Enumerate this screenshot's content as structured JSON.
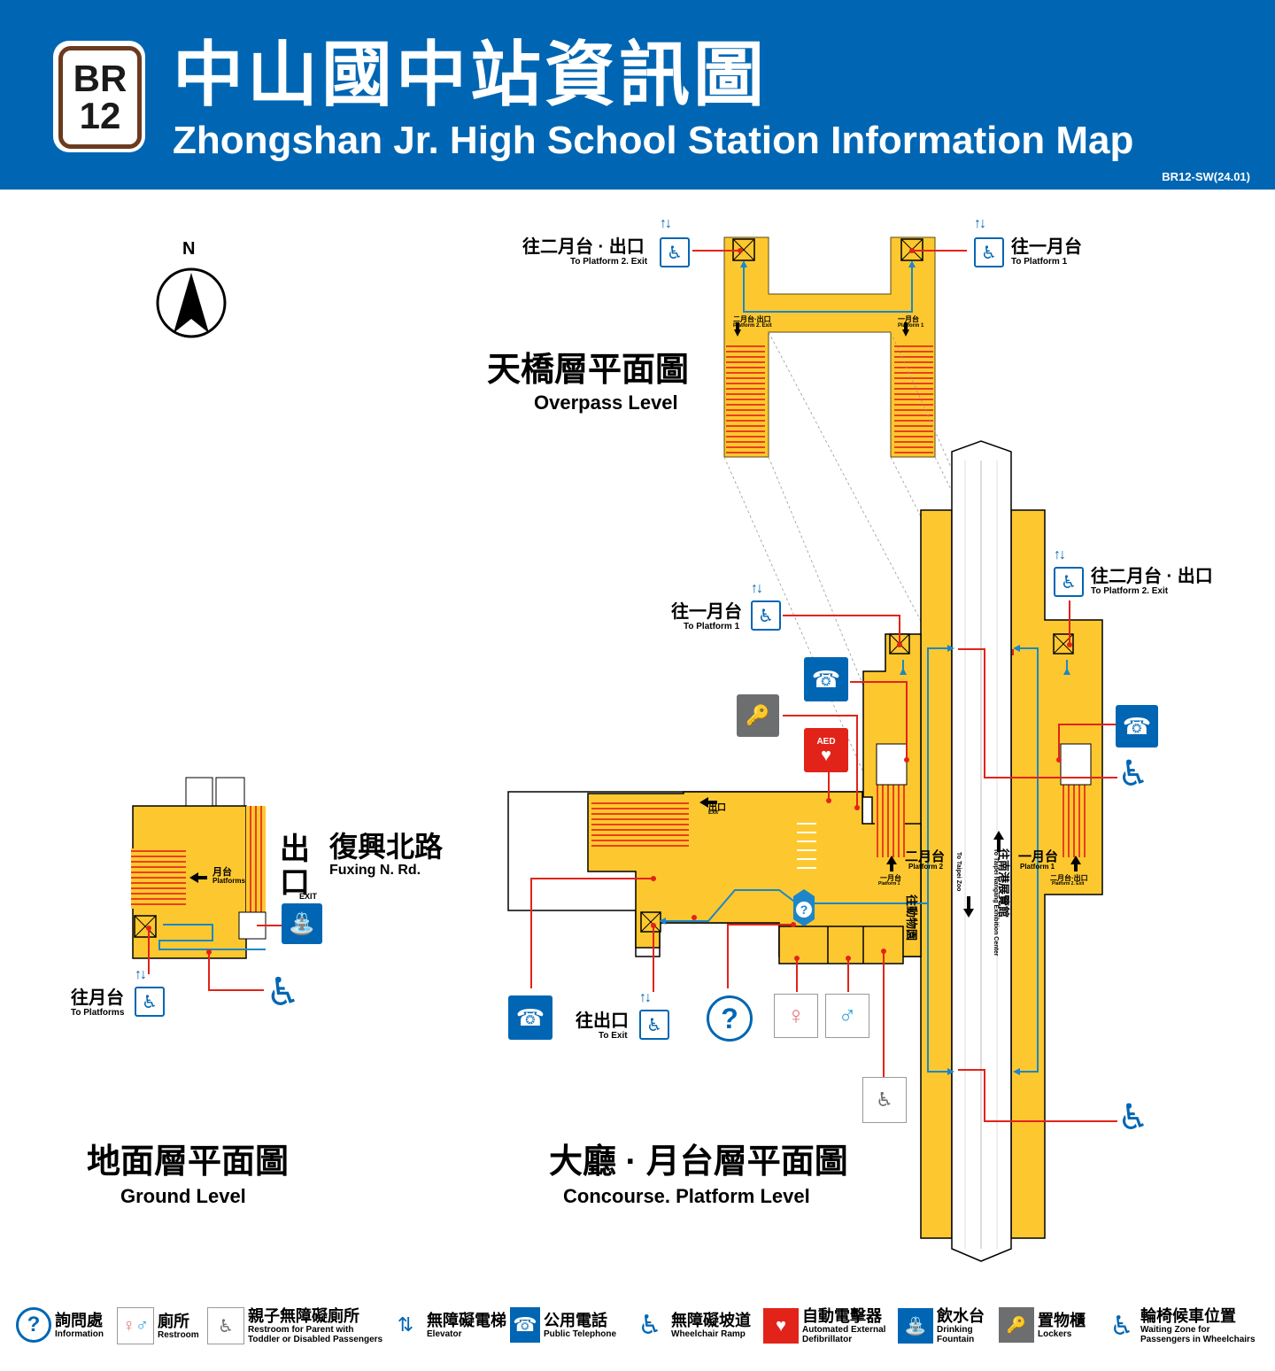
{
  "header": {
    "badge_line1": "BR",
    "badge_line2": "12",
    "title_zh": "中山國中站資訊圖",
    "title_en": "Zhongshan Jr. High School Station Information Map",
    "code": "BR12-SW(24.01)",
    "brand_color": "#0066b3",
    "line_color": "#6b3b1f"
  },
  "compass": {
    "label": "N"
  },
  "levels": {
    "overpass": {
      "zh": "天橋層平面圖",
      "en": "Overpass Level"
    },
    "ground": {
      "zh": "地面層平面圖",
      "en": "Ground Level"
    },
    "concourse": {
      "zh": "大廳 · 月台層平面圖",
      "en": "Concourse. Platform Level"
    }
  },
  "overpass_labels": {
    "elev_left_zh": "往二月台 · 出口",
    "elev_left_en": "To Platform 2. Exit",
    "elev_right_zh": "往一月台",
    "elev_right_en": "To Platform 1",
    "stair_left_zh": "二月台·出口",
    "stair_left_en": "Platform 2. Exit",
    "stair_right_zh": "一月台",
    "stair_right_en": "Platform 1"
  },
  "ground_labels": {
    "exit_zh": "出口",
    "exit_en": "EXIT",
    "road_zh": "復興北路",
    "road_en": "Fuxing N. Rd.",
    "platforms_zh": "月台",
    "platforms_en": "Platforms",
    "elev_zh": "往月台",
    "elev_en": "To Platforms"
  },
  "concourse_labels": {
    "elev_p1_zh": "往一月台",
    "elev_p1_en": "To Platform 1",
    "elev_p2_zh": "往二月台 · 出口",
    "elev_p2_en": "To Platform 2. Exit",
    "elev_exit_zh": "往出口",
    "elev_exit_en": "To Exit",
    "exit_zh": "出口",
    "exit_en": "Exit",
    "platform2_zh": "二月台",
    "platform2_en": "Platform 2",
    "platform1_zh": "一月台",
    "platform1_en": "Platform 1",
    "p1_small_zh": "一月台",
    "p1_small_en": "Platform 1",
    "p2exit_small_zh": "二月台·出口",
    "p2exit_small_en": "Platform 2. Exit",
    "dir_zoo_zh": "往動物園",
    "dir_zoo_en": "To Taipei Zoo",
    "dir_nangang_zh": "往南港展覽館",
    "dir_nangang_en": "To Taipei Nangang Exhibition Center",
    "aed": "AED"
  },
  "legend": [
    {
      "icon": "information-icon",
      "zh": "詢問處",
      "en": "Information"
    },
    {
      "icon": "restroom-icon",
      "zh": "廁所",
      "en": "Restroom"
    },
    {
      "icon": "family-restroom-icon",
      "zh": "親子無障礙廁所",
      "en": "Restroom for Parent with",
      "en2": "Toddler or Disabled Passengers"
    },
    {
      "icon": "elevator-icon",
      "zh": "無障礙電梯",
      "en": "Elevator"
    },
    {
      "icon": "telephone-icon",
      "zh": "公用電話",
      "en": "Public Telephone"
    },
    {
      "icon": "wheelchair-ramp-icon",
      "zh": "無障礙坡道",
      "en": "Wheelchair Ramp"
    },
    {
      "icon": "aed-icon",
      "zh": "自動電擊器",
      "en": "Automated External",
      "en2": "Defibrillator"
    },
    {
      "icon": "drinking-fountain-icon",
      "zh": "飲水台",
      "en": "Drinking",
      "en2": "Fountain"
    },
    {
      "icon": "lockers-icon",
      "zh": "置物櫃",
      "en": "Lockers"
    },
    {
      "icon": "wheelchair-waiting-icon",
      "zh": "輪椅候車位置",
      "en": "Waiting Zone for",
      "en2": "Passengers in Wheelchairs"
    }
  ],
  "colors": {
    "floor": "#fdc82f",
    "stairs": "#e8401c",
    "route": "#1d86c8",
    "pointer": "#e2231a",
    "aed": "#e2231a",
    "lockers": "#6d6e70",
    "female": "#e8707a",
    "male": "#29a3dd"
  }
}
